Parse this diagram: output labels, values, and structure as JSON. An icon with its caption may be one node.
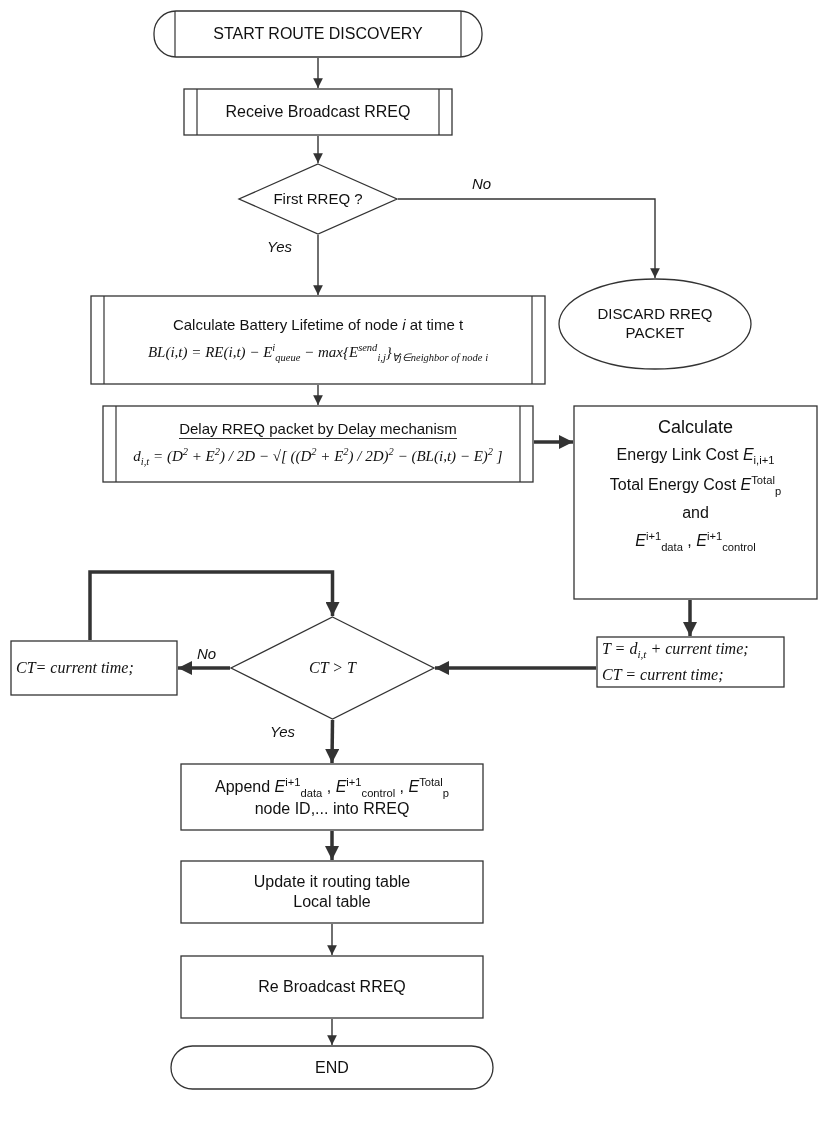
{
  "diagram": {
    "nodes": [
      {
        "text": [
          "START ROUTE DISCOVERY"
        ]
      },
      {
        "text": [
          "Receive Broadcast RREQ"
        ]
      },
      {
        "text": [
          "First RREQ ?"
        ]
      },
      {
        "text": [
          "DISCARD RREQ PACKET"
        ]
      },
      {
        "text": [
          "Calculate Battery Lifetime of node *i* at time t",
          "BL(i,t) = RE(i,t) − E$^{i}$$_{queue}$ − max{E$^{send}$$_{i,j}$}$_{∀j∈neighbor of node i}$"
        ]
      },
      {
        "text": [
          "Delay RREQ packet by Delay mechanism",
          "d$_{i,t}$ = (D$^{2}$ + E$^{2}$) / 2D − √[ ((D$^{2}$ + E$^{2}$) / 2D)$^{2}$ − (BL(i,t) − E)$^{2}$ ]"
        ]
      },
      {
        "text": [
          "Calculate",
          "Energy Link Cost *E*$_{i,i+1}$",
          "Total Energy Cost *E*$^{Total}$$_{p}$",
          "and",
          "*E*$^{i+1}$$_{data}$ , *E*$^{i+1}$$_{control}$"
        ]
      },
      {
        "text": [
          "T = d$_{i,t}$ + current time;",
          "CT = current time;"
        ]
      },
      {
        "text": [
          "CT > T"
        ]
      },
      {
        "text": [
          "CT= current time;"
        ]
      },
      {
        "text": [
          "Append *E*$^{i+1}$$_{data}$ , *E*$^{i+1}$$_{control}$ , *E*$^{Total}$$_{p}$ node ID,... into RREQ"
        ]
      },
      {
        "text": [
          "Update it routing table Local table"
        ]
      },
      {
        "text": [
          "Re Broadcast RREQ"
        ]
      },
      {
        "text": [
          "END"
        ]
      }
    ],
    "edges": [
      {
        "from": 0,
        "to": 1,
        "arrow": "to"
      },
      {
        "from": 1,
        "to": 2,
        "arrow": "to"
      },
      {
        "from": 2,
        "to": 3,
        "arrow": "to",
        "label": "No"
      },
      {
        "from": 2,
        "to": 4,
        "arrow": "to",
        "label": "Yes"
      },
      {
        "from": 4,
        "to": 5,
        "arrow": "to"
      },
      {
        "from": 5,
        "to": 6,
        "arrow": "to",
        "style": "thick"
      },
      {
        "from": 6,
        "to": 7,
        "arrow": "to",
        "style": "thick"
      },
      {
        "from": 7,
        "to": 8,
        "arrow": "to",
        "style": "thick"
      },
      {
        "from": 8,
        "to": 9,
        "arrow": "to",
        "style": "thick",
        "label": "No"
      },
      {
        "from": 9,
        "to": 8,
        "arrow": "to",
        "style": "thick"
      },
      {
        "from": 8,
        "to": 10,
        "arrow": "to",
        "style": "thick",
        "label": "Yes"
      },
      {
        "from": 10,
        "to": 11,
        "arrow": "to",
        "style": "thick"
      },
      {
        "from": 11,
        "to": 12,
        "arrow": "to"
      },
      {
        "from": 12,
        "to": 13,
        "arrow": "to"
      }
    ]
  }
}
